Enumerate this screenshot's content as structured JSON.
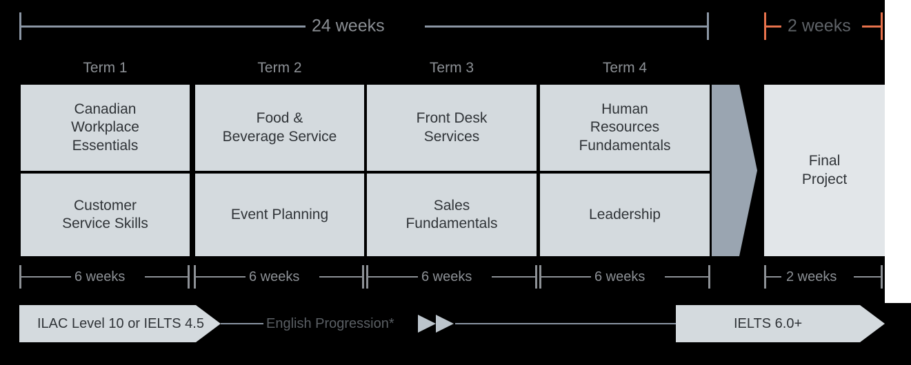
{
  "top_brackets": [
    {
      "name": "24-weeks",
      "label": "24 weeks",
      "color": "#8b96a4"
    },
    {
      "name": "2-weeks-top",
      "label": "2 weeks",
      "color": "#e8724c"
    }
  ],
  "terms": [
    {
      "label": "Term 1",
      "duration": "6 weeks",
      "courses": [
        "Canadian\nWorkplace\nEssentials",
        "Customer\nService Skills"
      ]
    },
    {
      "label": "Term 2",
      "duration": "6 weeks",
      "courses": [
        "Food &\nBeverage Service",
        "Event Planning"
      ]
    },
    {
      "label": "Term 3",
      "duration": "6 weeks",
      "courses": [
        "Front Desk\nServices",
        "Sales\nFundamentals"
      ]
    },
    {
      "label": "Term 4",
      "duration": "6 weeks",
      "courses": [
        "Human\nResources\nFundamentals",
        "Leadership"
      ]
    }
  ],
  "final": {
    "label": "Final\nProject",
    "duration": "2 weeks"
  },
  "progression": {
    "entry_label": "ILAC Level 10 or IELTS 4.5",
    "middle_label": "English Progression*",
    "exit_label": "IELTS 6.0+"
  },
  "colors": {
    "background": "#000000",
    "course_box": "#d4dade",
    "final_box": "#e2e6e9",
    "accent_salmon": "#e8724c",
    "rule_gray": "#8b96a4",
    "arrow_gray": "#9aa5b1"
  }
}
